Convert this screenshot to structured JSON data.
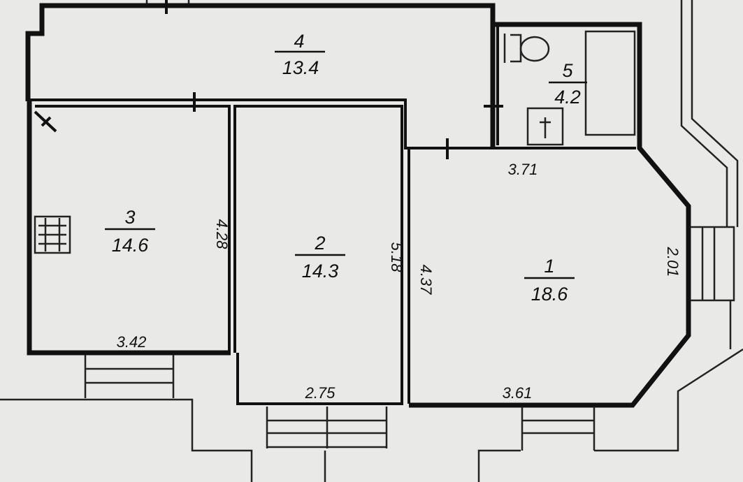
{
  "rooms": [
    {
      "number": "1",
      "area": "18.6"
    },
    {
      "number": "2",
      "area": "14.3"
    },
    {
      "number": "3",
      "area": "14.6"
    },
    {
      "number": "4",
      "area": "13.4"
    },
    {
      "number": "5",
      "area": "4.2"
    }
  ],
  "dimensions": {
    "room1_top": "3.71",
    "room1_bottom": "3.61",
    "room1_left": "4.37",
    "room1_right": "2.01",
    "room2_bottom": "2.75",
    "room2_right": "5.18",
    "room3_bottom": "3.42",
    "room3_right": "4.28"
  }
}
